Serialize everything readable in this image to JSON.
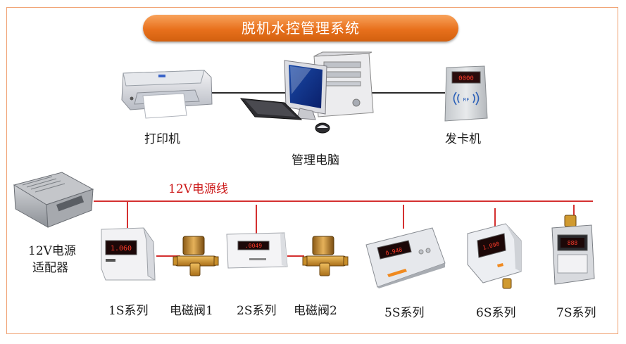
{
  "title": "脱机水控管理系统",
  "devices": {
    "printer": "打印机",
    "computer": "管理电脑",
    "card_issuer": "发卡机",
    "power_adapter_line1": "12V电源",
    "power_adapter_line2": "适配器",
    "power_line": "12V电源线",
    "series_1s": "1S系列",
    "valve_1": "电磁阀1",
    "series_2s": "2S系列",
    "valve_2": "电磁阀2",
    "series_5s": "5S系列",
    "series_6s": "6S系列",
    "series_7s": "7S系列"
  },
  "displays": {
    "d1s": "1.060",
    "d2s": ".0049",
    "d5s": "0.948",
    "d6s": "1.090",
    "d7s": "888"
  },
  "colors": {
    "accent": "#e8701c",
    "frame": "#f0a070",
    "power_line": "#d43030",
    "link": "#2a2a2a"
  }
}
